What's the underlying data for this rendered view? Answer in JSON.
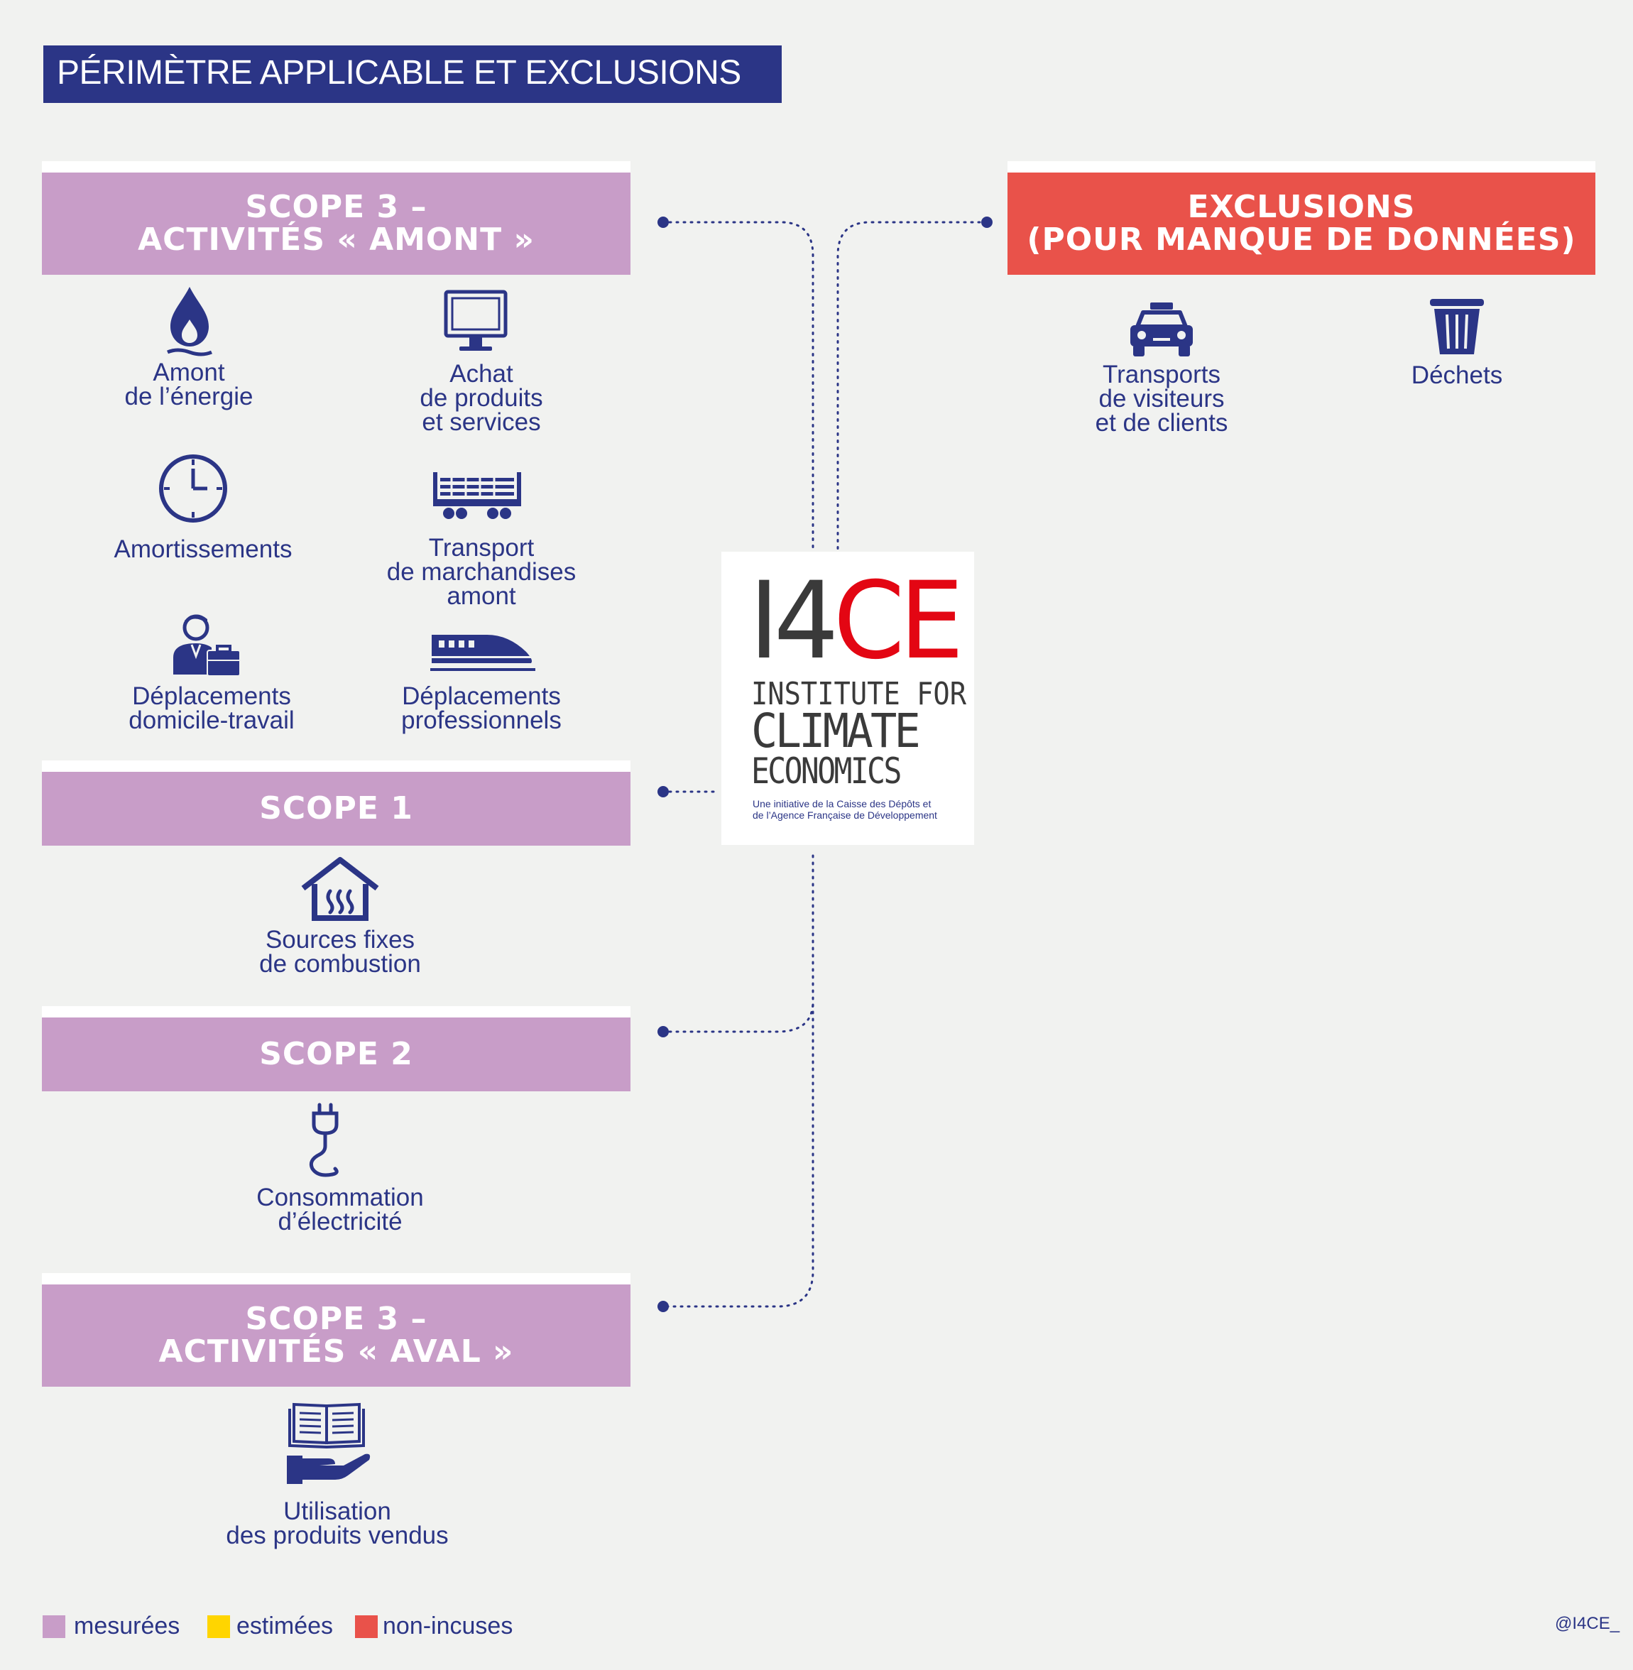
{
  "title": "PÉRIMÈTRE APPLICABLE ET EXCLUSIONS",
  "scope3_amont": {
    "header_line1": "SCOPE 3 –",
    "header_line2": "ACTIVITÉS « AMONT »",
    "items": [
      {
        "icon": "flame-drop-icon",
        "line1": "Amont",
        "line2": "de l’énergie",
        "line3": ""
      },
      {
        "icon": "computer-monitor-icon",
        "line1": "Achat",
        "line2": "de produits",
        "line3": "et services"
      },
      {
        "icon": "clock-icon",
        "line1": "Amortissements",
        "line2": "",
        "line3": ""
      },
      {
        "icon": "freight-wagon-icon",
        "line1": "Transport",
        "line2": "de marchandises",
        "line3": "amont"
      },
      {
        "icon": "commuter-icon",
        "line1": "Déplacements",
        "line2": "domicile-travail",
        "line3": ""
      },
      {
        "icon": "high-speed-train-icon",
        "line1": "Déplacements",
        "line2": "professionnels",
        "line3": ""
      }
    ]
  },
  "scope1": {
    "header": "SCOPE 1",
    "items": [
      {
        "icon": "house-heating-icon",
        "line1": "Sources fixes",
        "line2": "de combustion"
      }
    ]
  },
  "scope2": {
    "header": "SCOPE 2",
    "items": [
      {
        "icon": "power-plug-icon",
        "line1": "Consommation",
        "line2": "d’électricité"
      }
    ]
  },
  "scope3_aval": {
    "header_line1": "SCOPE 3 –",
    "header_line2": "ACTIVITÉS « AVAL »",
    "items": [
      {
        "icon": "book-hand-icon",
        "line1": "Utilisation",
        "line2": "des produits vendus"
      }
    ]
  },
  "exclusions": {
    "header_line1": "EXCLUSIONS",
    "header_line2": "(POUR MANQUE DE DONNÉES)",
    "items": [
      {
        "icon": "taxi-icon",
        "line1": "Transports",
        "line2": "de visiteurs",
        "line3": "et de clients"
      },
      {
        "icon": "trash-bin-icon",
        "line1": "Déchets",
        "line2": "",
        "line3": ""
      }
    ]
  },
  "logo": {
    "mark_i4": "I4",
    "mark_ce": "CE",
    "line1": "INSTITUTE FOR",
    "line2": "CLIMATE",
    "line3": "ECONOMICS",
    "tagline1": "Une initiative de la Caisse des Dépôts et",
    "tagline2": "de l’Agence Française de Développement"
  },
  "legend": [
    {
      "label": "mesurées",
      "color": "#c89dc8"
    },
    {
      "label": "estimées",
      "color": "#ffd500"
    },
    {
      "label": "non-incuses",
      "color": "#e9524a"
    }
  ],
  "credit": "@I4CE_",
  "colors": {
    "navy": "#2b3586",
    "lilac": "#c89dc8",
    "red": "#e9524a",
    "yellow": "#ffd500",
    "logo_red": "#e30613",
    "logo_grey": "#3a3a3a"
  }
}
